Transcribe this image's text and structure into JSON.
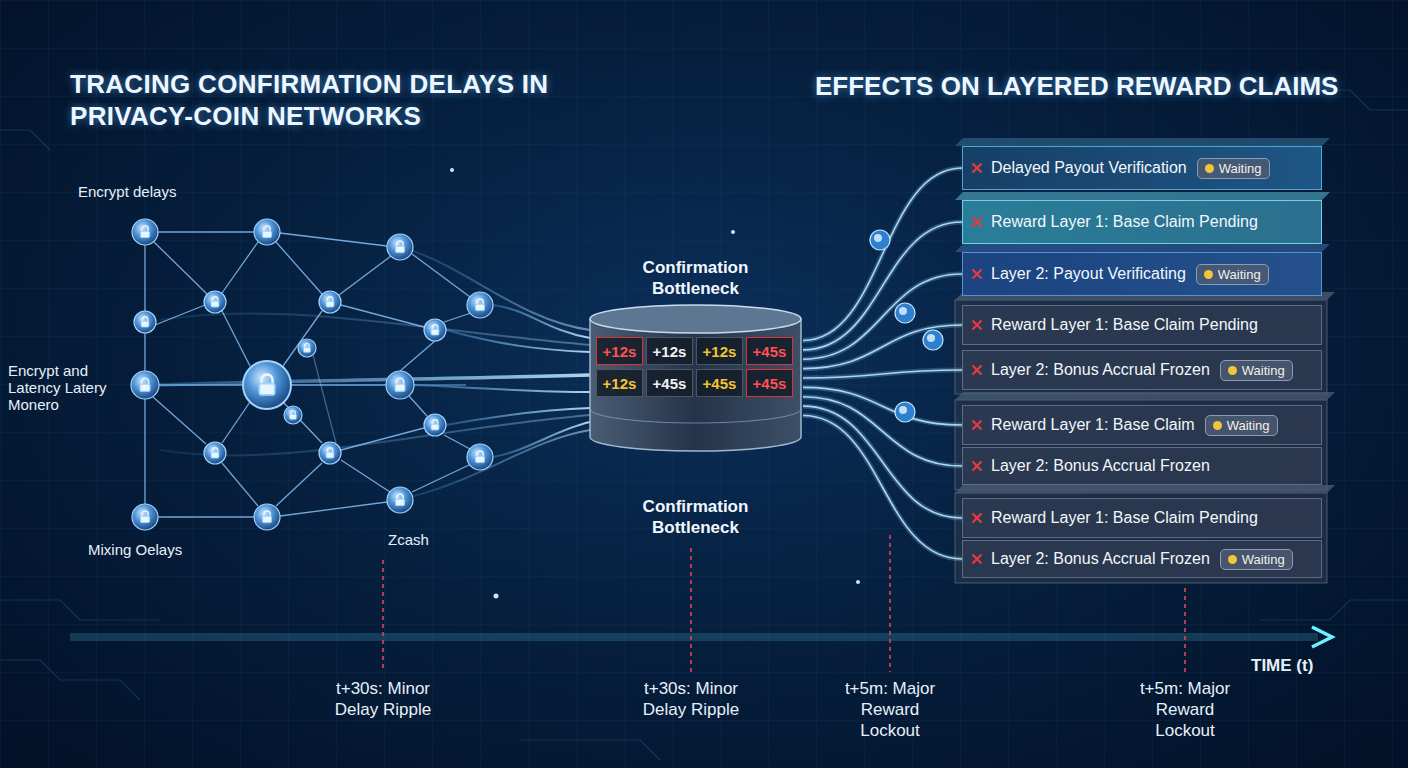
{
  "diagram": {
    "title": "TRACING CONFIRMATION DELAYS IN PRIVACY-COIN NETWORKS",
    "nodes": [
      {
        "text": [
          "Confirmation Bottleneck",
          "Confirmation Bottleneck"
        ]
      },
      {
        "text": [
          "+12s"
        ],
        "in": 0
      },
      {
        "text": [
          "+12s"
        ],
        "in": 0
      },
      {
        "text": [
          "+12s"
        ],
        "in": 0
      },
      {
        "text": [
          "+45s"
        ],
        "in": 0
      },
      {
        "text": [
          "+12s"
        ],
        "in": 0
      },
      {
        "text": [
          "+45s"
        ],
        "in": 0
      },
      {
        "text": [
          "+45s"
        ],
        "in": 0
      },
      {
        "text": [
          "+45s"
        ],
        "in": 0
      },
      {
        "text": [
          "Delayed Payout Verification",
          "Waiting"
        ]
      },
      {
        "text": [
          "Reward Layer 1: Base Claim Pending"
        ]
      },
      {
        "text": [
          "Layer 2: Payout Verificating",
          "Waiting"
        ]
      },
      {
        "text": [
          "Reward Layer 1: Base Claim Pending"
        ]
      },
      {
        "text": [
          "Layer 2: Bonus Accrual Frozen",
          "Waiting"
        ]
      },
      {
        "text": [
          "Reward Layer 1: Base Claim",
          "Waiting"
        ]
      },
      {
        "text": [
          "Layer 2: Bonus Accrual Frozen"
        ]
      },
      {
        "text": [
          "Reward Layer 1: Base Claim Pending"
        ]
      },
      {
        "text": [
          "Layer 2: Bonus Accrual Frozen",
          "Waiting"
        ]
      }
    ],
    "edges": [
      {
        "from": 0,
        "to": 9,
        "arrow": "none"
      },
      {
        "from": 0,
        "to": 10,
        "arrow": "none"
      },
      {
        "from": 0,
        "to": 11,
        "arrow": "none"
      },
      {
        "from": 0,
        "to": 12,
        "arrow": "none"
      },
      {
        "from": 0,
        "to": 13,
        "arrow": "none"
      },
      {
        "from": 0,
        "to": 14,
        "arrow": "none"
      },
      {
        "from": 0,
        "to": 15,
        "arrow": "none"
      },
      {
        "from": 0,
        "to": 16,
        "arrow": "none"
      },
      {
        "from": 0,
        "to": 17,
        "arrow": "none"
      }
    ],
    "labels": [
      "EFFECTS ON LAYERED REWARD CLAIMS",
      "Encrypt delays",
      "Encrypt and Latency Latery Monero",
      "Mixing Oelays",
      "Zcash",
      "t+30s: Minor Delay Ripple",
      "t+30s: Minor Delay Ripple",
      "t+5m: Major Reward Lockout",
      "t+5m: Major Reward Lockout",
      "TIME (t)"
    ]
  }
}
